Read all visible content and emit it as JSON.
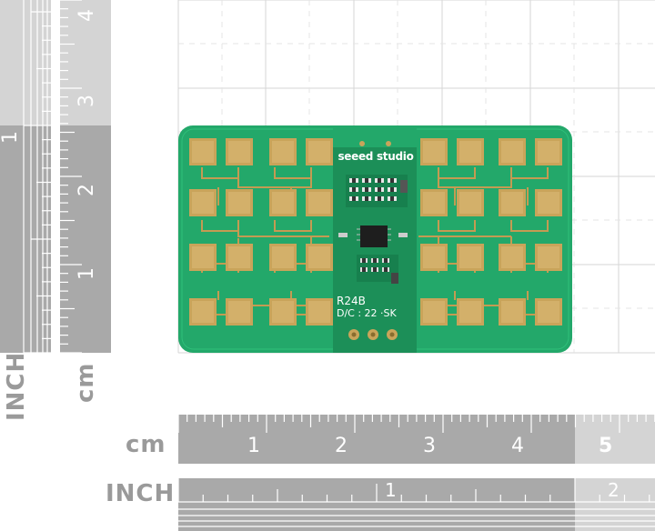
{
  "rulers": {
    "left_inch": {
      "unit": "INCH",
      "labels": [
        "1"
      ]
    },
    "left_cm": {
      "unit": "cm",
      "labels": [
        "1",
        "2",
        "3",
        "4"
      ]
    },
    "bottom_cm": {
      "unit": "cm",
      "labels": [
        "1",
        "2",
        "3",
        "4",
        "5"
      ]
    },
    "bottom_inch": {
      "unit": "INCH",
      "labels": [
        "1",
        "2"
      ]
    }
  },
  "board": {
    "brand": "seeed studio",
    "model": "R24B",
    "date_code": "D/C :  22  ·SK",
    "colors": {
      "pcb": "#23a86a",
      "pcb_dark": "#1c8f58",
      "pad": "#c9a45a",
      "trace": "#c49b52"
    }
  },
  "colors": {
    "ruler_dark": "#a9a9a9",
    "ruler_light": "#d4d4d4",
    "grid": "#d8d8d8"
  }
}
